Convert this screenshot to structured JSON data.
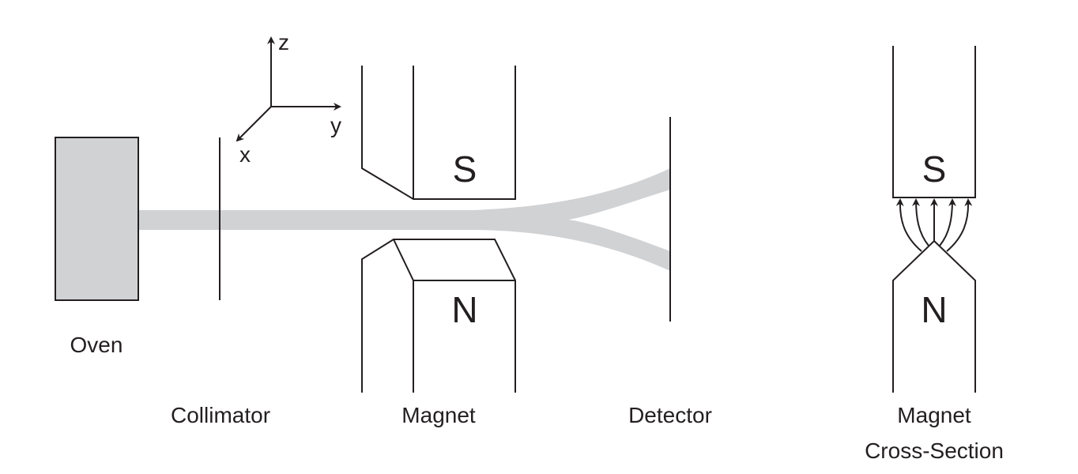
{
  "labels": {
    "oven": "Oven",
    "collimator": "Collimator",
    "magnet": "Magnet",
    "detector": "Detector",
    "cross_section_line1": "Magnet",
    "cross_section_line2": "Cross-Section"
  },
  "poles": {
    "south": "S",
    "north": "N"
  },
  "axes": {
    "x": "x",
    "y": "y",
    "z": "z"
  },
  "colors": {
    "beam": "#d1d2d4",
    "oven": "#d1d2d4",
    "line": "#231f20"
  }
}
